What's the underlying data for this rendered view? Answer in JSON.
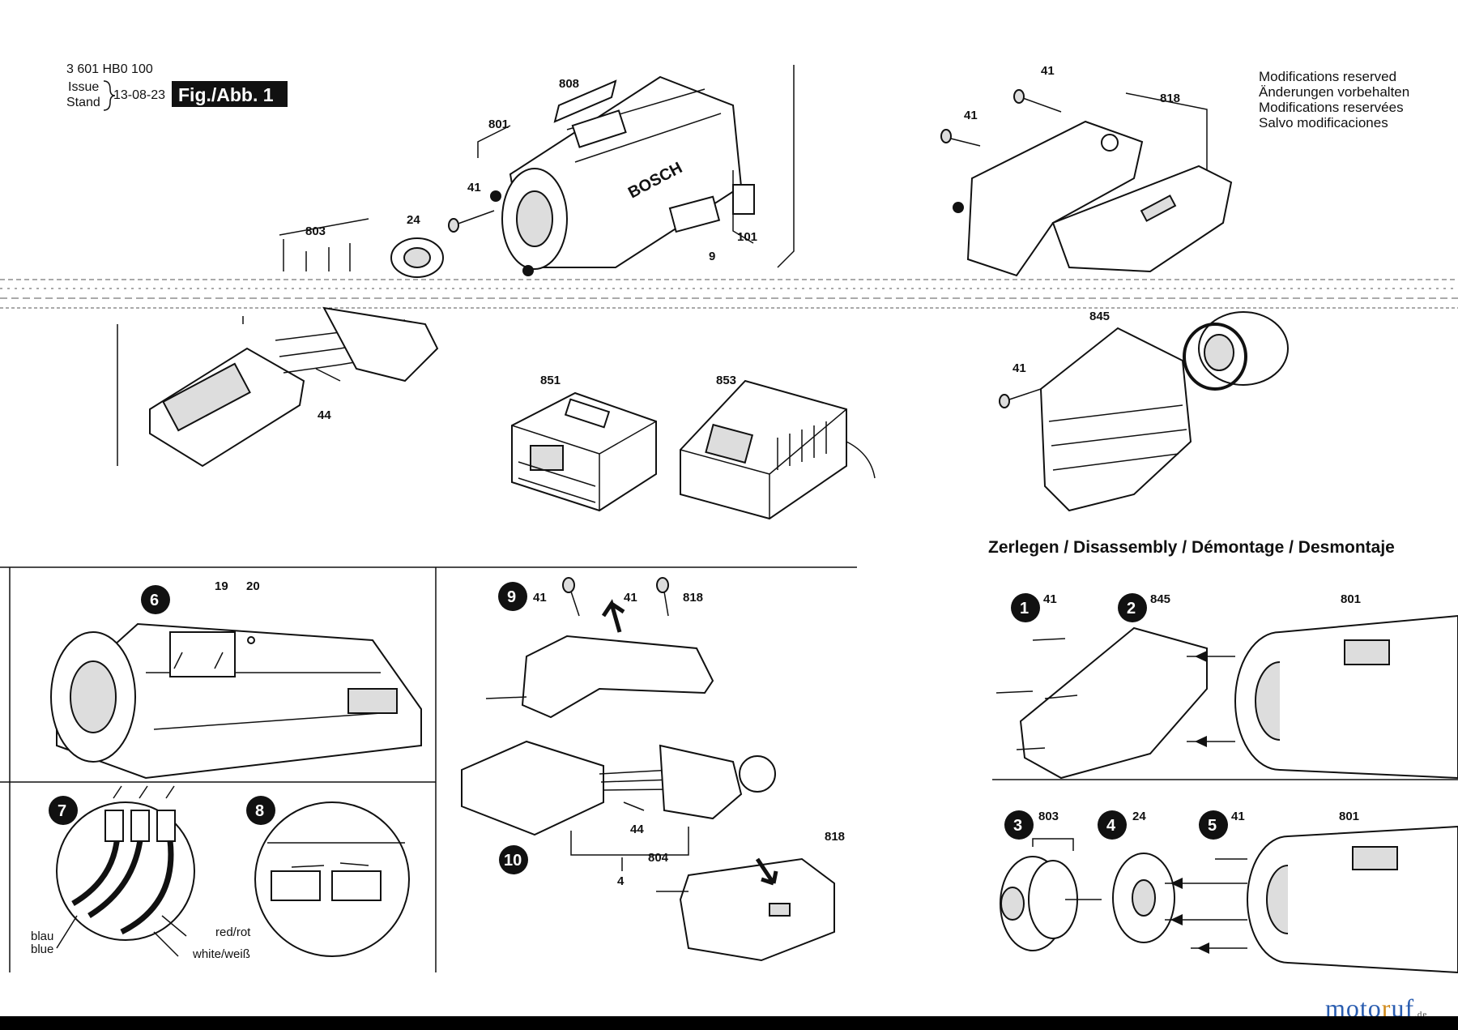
{
  "header": {
    "part_number": "3 601 HB0 100",
    "issue_label": "Issue",
    "stand_label": "Stand",
    "date": "13-08-23",
    "figure_title": "Fig./Abb. 1"
  },
  "notes": {
    "line1": "Modifications reserved",
    "line2": "Änderungen vorbehalten",
    "line3": "Modifications reservées",
    "line4": "Salvo modificaciones"
  },
  "disassembly_title": "Zerlegen / Disassembly / Démontage / Desmontaje",
  "parts": {
    "p808": "808",
    "p801": "801",
    "p41a": "41",
    "p803": "803",
    "p24": "24",
    "p101": "101",
    "p9": "9",
    "p44": "44",
    "p851": "851",
    "p853": "853",
    "p41b": "41",
    "p41c": "41",
    "p818": "818",
    "p845": "845",
    "p41d": "41",
    "p19": "19",
    "p20": "20",
    "p41e": "41",
    "p41f": "41",
    "p818b": "818",
    "p44b": "44",
    "p804": "804",
    "p4": "4",
    "p818c": "818",
    "s1p": "41",
    "s2p": "845",
    "s801a": "801",
    "s3p": "803",
    "s4p": "24",
    "s5p": "41",
    "s801b": "801"
  },
  "steps": {
    "s6": "6",
    "s7": "7",
    "s8": "8",
    "s9": "9",
    "s10": "10",
    "d1": "1",
    "d2": "2",
    "d3": "3",
    "d4": "4",
    "d5": "5"
  },
  "wires": {
    "blau": "blau",
    "blue": "blue",
    "red": "red/rot",
    "white": "white/weiß"
  },
  "logo": {
    "a": "moto",
    "b": "r",
    "c": "uf",
    "tld": ".de"
  },
  "colors": {
    "ink": "#111111",
    "logo_blue": "#2a5db0",
    "logo_orange": "#d08a1c"
  }
}
